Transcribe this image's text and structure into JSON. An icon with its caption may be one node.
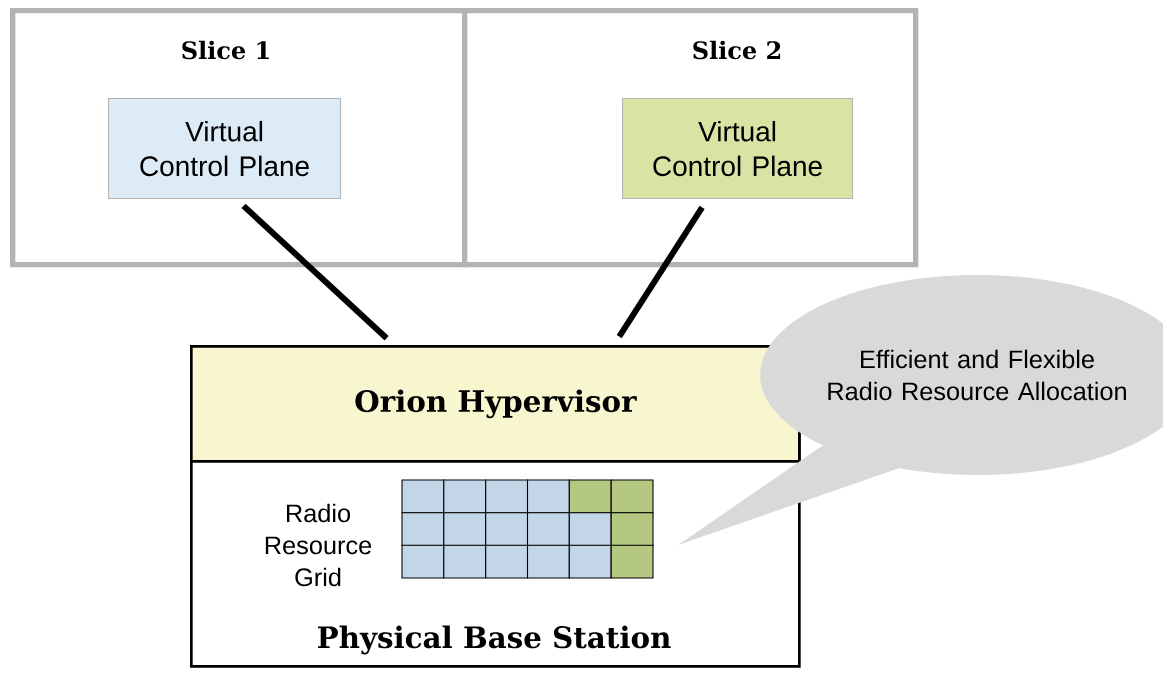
{
  "diagram": {
    "nodes": [
      {
        "text": [
          "Slice 1"
        ]
      },
      {
        "text": [
          "Virtual Control Plane"
        ],
        "in": 0
      },
      {
        "text": [
          "Slice 2"
        ]
      },
      {
        "text": [
          "Virtual Control Plane"
        ],
        "in": 2
      },
      {
        "text": [
          "Physical Base Station"
        ]
      },
      {
        "text": [
          "Orion Hypervisor"
        ],
        "in": 4
      },
      {
        "text": [
          "Efficient and Flexible Radio Resource Allocation"
        ]
      }
    ],
    "edges": [
      {
        "from": 1,
        "to": 5,
        "arrow": "none"
      },
      {
        "from": 3,
        "to": 5,
        "arrow": "none"
      }
    ],
    "labels": [
      "Radio Resource Grid"
    ]
  }
}
